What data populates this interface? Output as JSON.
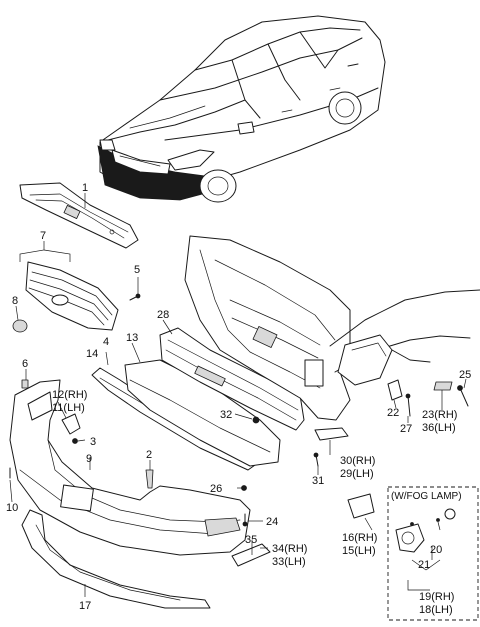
{
  "labels": {
    "p1": "1",
    "p2": "2",
    "p3": "3",
    "p4": "4",
    "p5": "5",
    "p6": "6",
    "p7": "7",
    "p8": "8",
    "p9": "9",
    "p10": "10",
    "p12": "12(RH)",
    "p11": "11(LH)",
    "p13": "13",
    "p14": "14",
    "p17": "17",
    "p22": "22",
    "p23": "23(RH)",
    "p36": "36(LH)",
    "p24": "24",
    "p25": "25",
    "p26": "26",
    "p27": "27",
    "p28": "28",
    "p30": "30(RH)",
    "p29": "29(LH)",
    "p31": "31",
    "p32": "32",
    "p35": "35",
    "p34": "34(RH)",
    "p33": "33(LH)",
    "p16": "16(RH)",
    "p15": "15(LH)",
    "fog_title": "(W/FOG LAMP)",
    "p20": "20",
    "p21": "21",
    "p19": "19(RH)",
    "p18": "18(LH)"
  }
}
